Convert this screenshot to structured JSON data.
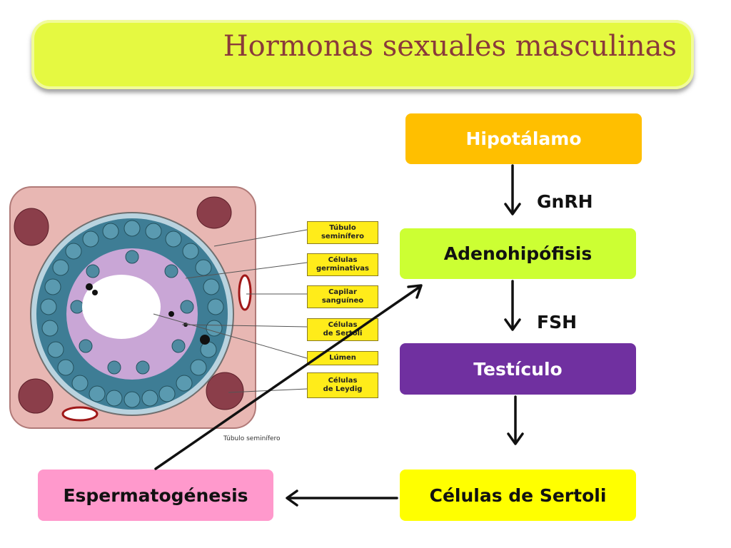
{
  "title": "Hormonas sexuales masculinas",
  "flow": {
    "hipotalamo": "Hipotálamo",
    "adenohipofisis": "Adenohipófisis",
    "testiculo": "Testículo",
    "celulas_sertoli": "Células de Sertoli",
    "espermatogenesis": "Espermatogénesis",
    "hormone_1": "GnRH",
    "hormone_2": "FSH"
  },
  "illustration": {
    "labels": [
      "Túbulo\nseminífero",
      "Células\ngerminativas",
      "Capilar\nsanguíneo",
      "Células\nde Sertoli",
      "Lúmen",
      "Células\nde Leydig"
    ],
    "caption": "Túbulo seminífero"
  },
  "colors": {
    "title_bg": "#e5f941",
    "title_text": "#8a3a3a",
    "hipotalamo": "#ffbf00",
    "adenohipofisis": "#ccff33",
    "testiculo": "#7030a0",
    "celulas_sertoli": "#ffff00",
    "espermatogenesis": "#ff99cc"
  }
}
